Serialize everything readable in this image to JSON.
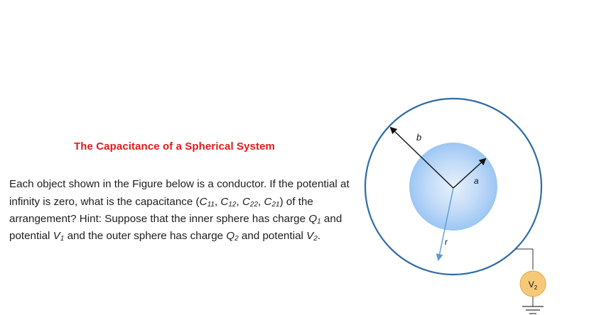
{
  "title": "The Capacitance of a Spherical System",
  "problem": {
    "intro": "Each object shown in the Figure below is a conductor. If the potential at infinity is zero, what is the capacitance (",
    "after_c11": ", ",
    "after_c12": ", ",
    "after_c22": ", ",
    "mid1": ") of the arrangement? Hint: Suppose that the inner sphere has charge ",
    "mid2": " and potential ",
    "mid3": " and the outer sphere has charge ",
    "mid4": " and potential ",
    "end": ".",
    "C11": {
      "base": "C",
      "sub": "11"
    },
    "C12": {
      "base": "C",
      "sub": "12"
    },
    "C22": {
      "base": "C",
      "sub": "22"
    },
    "C21": {
      "base": "C",
      "sub": "21"
    },
    "Q1": {
      "base": "Q",
      "sub": "1"
    },
    "V1": {
      "base": "V",
      "sub": "1"
    },
    "Q2": {
      "base": "Q",
      "sub": "2"
    },
    "V2": {
      "base": "V",
      "sub": "2"
    }
  },
  "figure": {
    "label_b": "b",
    "label_a": "a",
    "label_r": "r",
    "source": {
      "base": "V",
      "sub": "2"
    },
    "colors": {
      "outer_sphere": "#2e6ca4",
      "inner_sphere": "#9cc6f4",
      "arrow_r": "#5b9bd5",
      "source_fill": "#f6c978",
      "source_stroke": "#e0a94a"
    }
  }
}
